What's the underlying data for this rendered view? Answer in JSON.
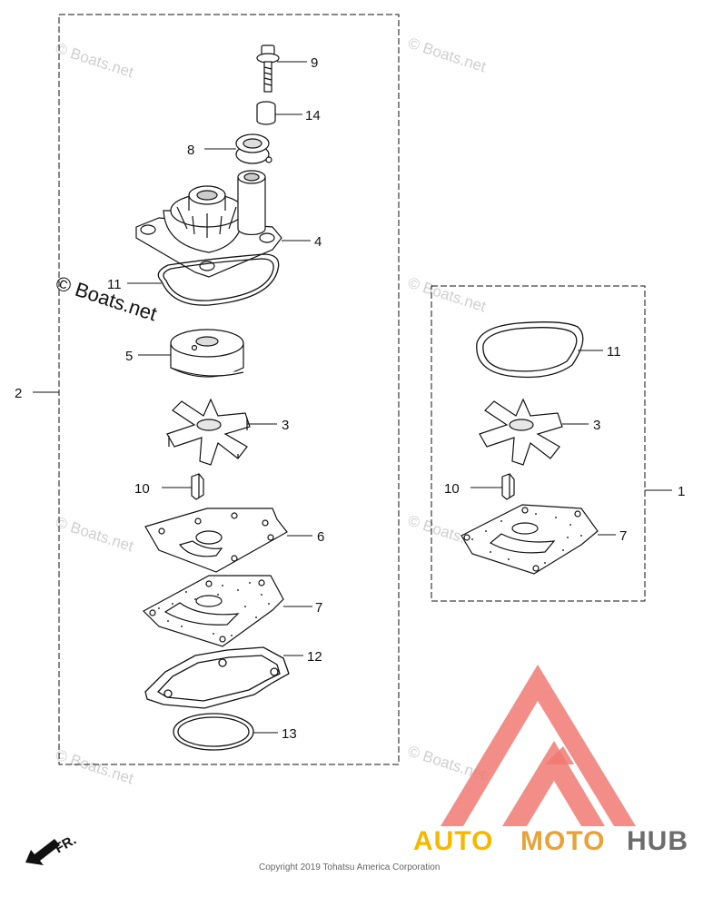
{
  "callouts": {
    "c9": "9",
    "c14": "14",
    "c8": "8",
    "c4": "4",
    "c11a": "11",
    "c5": "5",
    "c3a": "3",
    "c10a": "10",
    "c6": "6",
    "c7a": "7",
    "c12": "12",
    "c13": "13",
    "c2": "2",
    "c11b": "11",
    "c3b": "3",
    "c10b": "10",
    "c7b": "7",
    "c1": "1"
  },
  "watermark": "© Boats.net",
  "copyright": "Copyright 2019 Tohatsu America Corporation",
  "direction_label": "FR.",
  "brand": {
    "part1": "AUTO",
    "part2": "MOTO",
    "part3": "HUB"
  },
  "colors": {
    "line": "#111111",
    "watermark": "#cfcfcf",
    "logo_red": "#f07a72",
    "logo_yellow": "#f5b800",
    "logo_orange": "#e8a23a",
    "logo_gray": "#6d6d6d"
  }
}
